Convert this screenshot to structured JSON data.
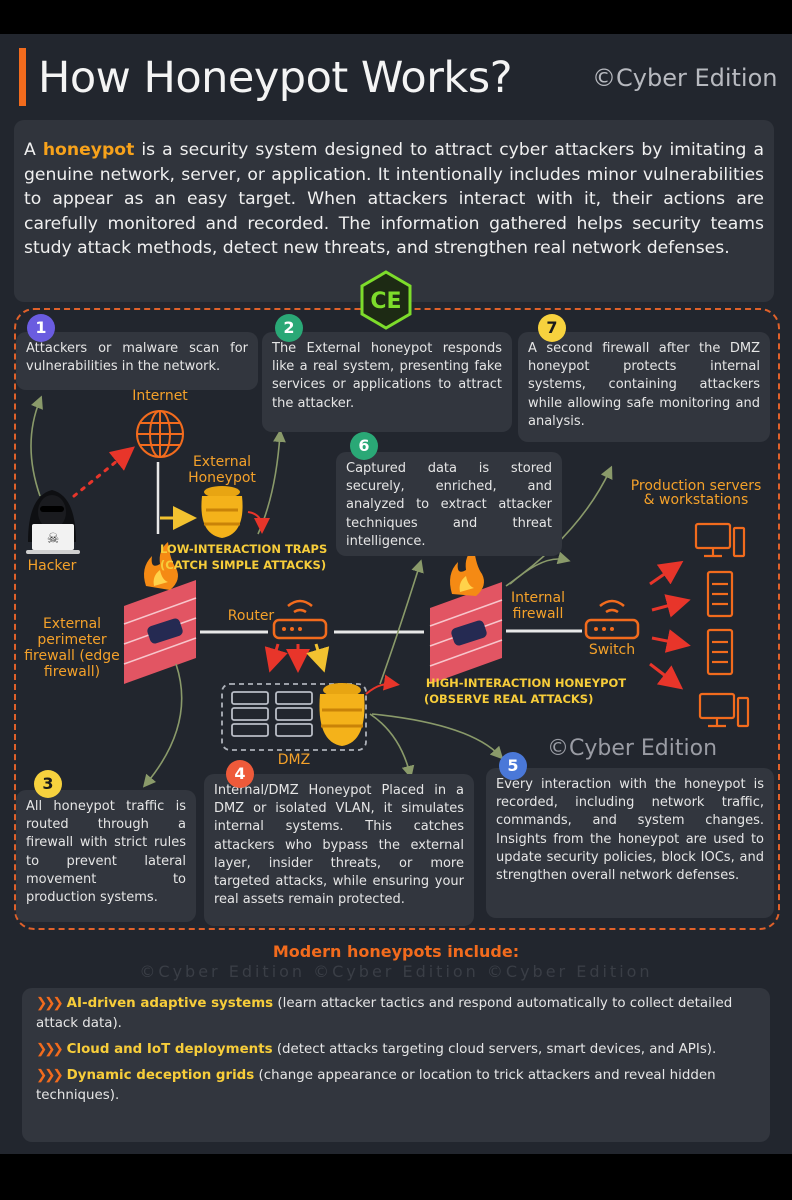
{
  "title": "How Honeypot Works?",
  "watermark": "©Cyber Edition",
  "intro": {
    "prefix": "A ",
    "highlight": "honeypot",
    "text": " is a security system designed to attract cyber attackers by imitating a genuine network, server, or application. It intentionally includes minor vulnerabilities to appear as an easy target. When attackers interact with it, their actions are carefully monitored and recorded. The information gathered helps security teams study attack methods, detect new threats, and strengthen real network defenses."
  },
  "logo_text": "CE",
  "steps": [
    {
      "num": "1",
      "text": "Attackers or malware scan for vulnerabilities in the network."
    },
    {
      "num": "2",
      "text": "The External honeypot responds like a real system, presenting fake services or applications to attract the attacker."
    },
    {
      "num": "3",
      "text": "All honeypot traffic is routed through a firewall with strict rules to prevent lateral movement to production systems."
    },
    {
      "num": "4",
      "text": "Internal/DMZ Honeypot Placed in a DMZ or isolated VLAN, it simulates internal systems. This catches attackers who bypass the external layer, insider threats, or more targeted attacks, while ensuring your real assets remain protected."
    },
    {
      "num": "5",
      "text": "Every interaction with the honeypot is recorded, including network traffic, commands, and system changes. Insights from the honeypot are used to update security policies, block IOCs, and strengthen overall network defenses."
    },
    {
      "num": "6",
      "text": "Captured data is stored securely, enriched, and analyzed to extract attacker techniques and threat intelligence."
    },
    {
      "num": "7",
      "text": "A second firewall after the DMZ honeypot protects internal systems, containing attackers while allowing safe monitoring and analysis."
    }
  ],
  "labels": {
    "internet": "Internet",
    "hacker": "Hacker",
    "external_honeypot_1": "External",
    "external_honeypot_2": "Honeypot",
    "low_traps_1": "LOW-INTERACTION TRAPS",
    "low_traps_2": "(CATCH SIMPLE ATTACKS)",
    "ext_fw_1": "External",
    "ext_fw_2": "perimeter",
    "ext_fw_3": "firewall (edge",
    "ext_fw_4": "firewall)",
    "router": "Router",
    "dmz": "DMZ",
    "internal_fw_1": "Internal",
    "internal_fw_2": "firewall",
    "switch": "Switch",
    "high_hp_1": "HIGH-INTERACTION HONEYPOT",
    "high_hp_2": "(OBSERVE REAL ATTACKS)",
    "prod_1": "Production servers",
    "prod_2": "& workstations"
  },
  "modern": {
    "heading": "Modern honeypots include:",
    "watermark_row": "©Cyber Edition ©Cyber Edition ©Cyber Edition",
    "items": [
      {
        "title": "AI-driven adaptive systems",
        "desc": " (learn attacker tactics and respond automatically to collect detailed attack data)."
      },
      {
        "title": "Cloud and IoT deployments",
        "desc": " (detect attacks targeting cloud servers, smart devices, and APIs)."
      },
      {
        "title": "Dynamic deception grids",
        "desc": " (change appearance or location to trick attackers and reveal hidden techniques)."
      }
    ]
  },
  "colors": {
    "accent": "#f26b1d",
    "highlight": "#f7a21b",
    "label_yellow": "#f7cd3a",
    "background": "#22262e",
    "card": "#32363e",
    "logo_green": "#7ddc2b"
  }
}
